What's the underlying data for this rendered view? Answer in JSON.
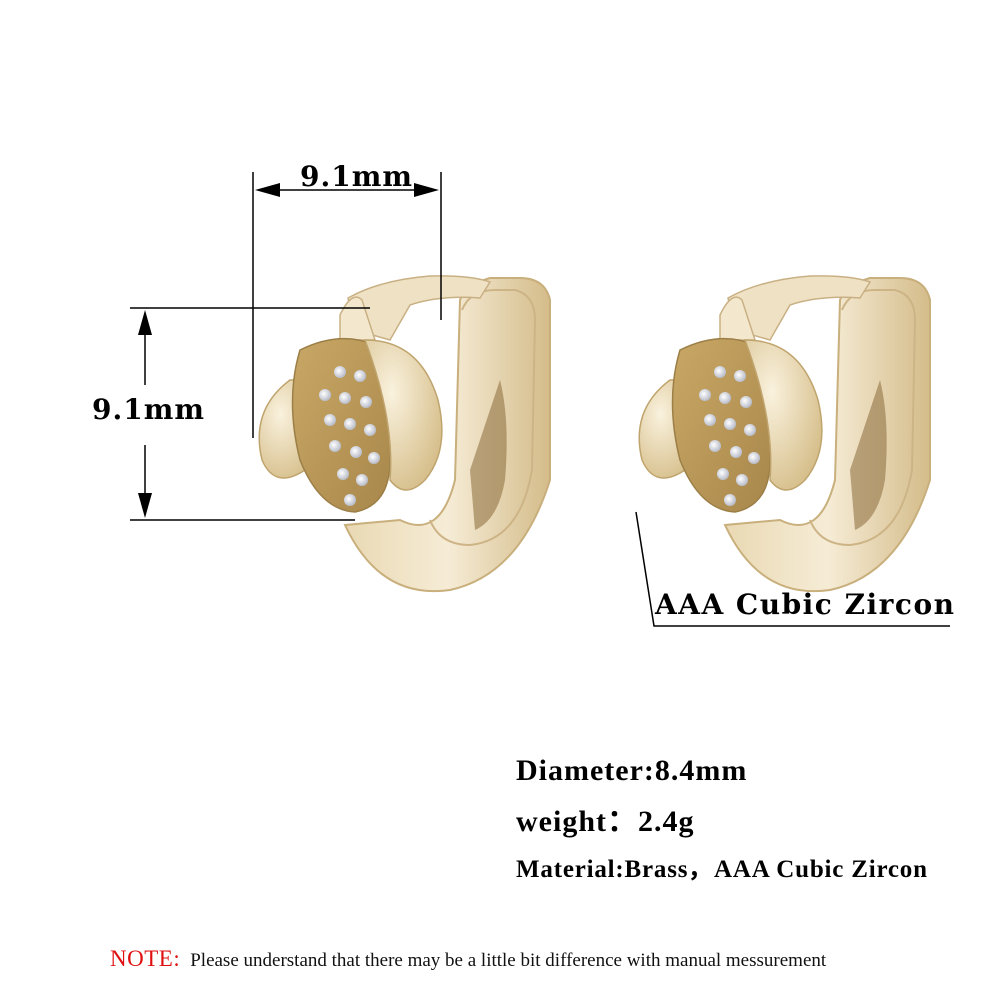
{
  "dimensions": {
    "width_label": "9.1mm",
    "height_label": "9.1mm"
  },
  "callout_label": "AAA Cubic Zircon",
  "specs": {
    "diameter": "Diameter:8.4mm",
    "weight": "weight：2.4g",
    "material": "Material:Brass，AAA Cubic Zircon"
  },
  "note": {
    "label": "NOTE:",
    "text": "Please understand that there may be a little bit difference with manual messurement"
  },
  "colors": {
    "gold_light": "#f3e6c8",
    "gold_mid": "#dcc79a",
    "gold_dark": "#b89a60",
    "note_red": "#e01010"
  }
}
